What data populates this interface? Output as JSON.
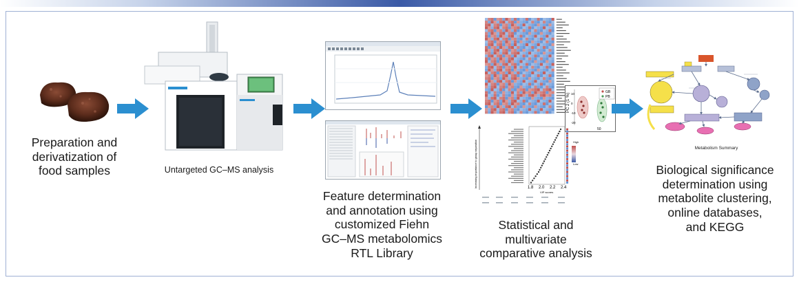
{
  "steps": [
    {
      "label_lines": [
        "Preparation and",
        "derivatization of",
        "food samples"
      ]
    },
    {
      "label": "Untargeted GC–MS analysis"
    },
    {
      "label_lines": [
        "Feature determination",
        "and annotation using",
        "customized Fiehn",
        "GC–MS metabolomics",
        "RTL Library"
      ]
    },
    {
      "label_lines": [
        "Statistical and",
        "multivariate",
        "comparative analysis"
      ]
    },
    {
      "label_lines": [
        "Biological significance",
        "determination using",
        "metabolite clustering,",
        "online databases,",
        "and KEGG"
      ]
    }
  ],
  "metabolism_caption": "Metabolism Summary",
  "pca": {
    "legend": [
      "GB",
      "PB"
    ],
    "ylabel": "PC 2 (1 %)",
    "xtick": "50",
    "yticks": [
      "10",
      "0",
      "-10",
      "-20"
    ]
  },
  "vip": {
    "xlabel": "VIP scores",
    "xticks": [
      "1.8",
      "2.0",
      "2.2",
      "2.4"
    ],
    "scale_high": "High",
    "scale_low": "Low",
    "ylabel": "Increasing importance to group separation"
  },
  "colors": {
    "arrow": "#2b8fd0",
    "frame": "#9fb0d4",
    "heat_red": "#c0504d",
    "heat_blue": "#5b8fd6"
  }
}
